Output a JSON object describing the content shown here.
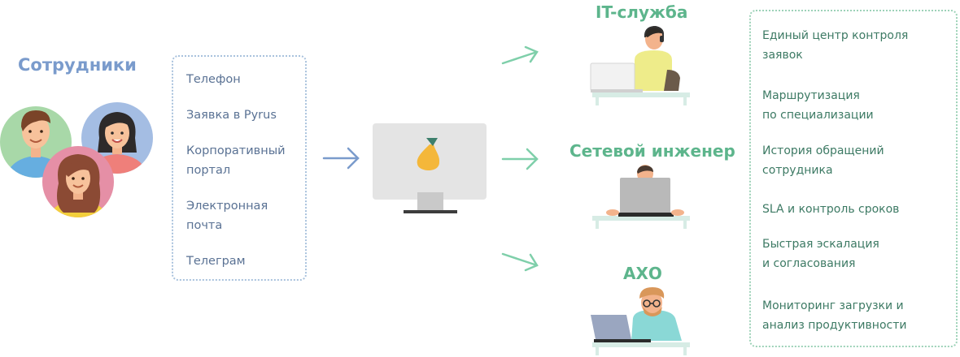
{
  "employees": {
    "title": "Сотрудники"
  },
  "channels": [
    "Телефон",
    "Заявка в Pyrus",
    "Корпоративный портал",
    "Электронная почта",
    "Телеграм"
  ],
  "roles": {
    "it": "IT-служба",
    "network": "Сетевой инженер",
    "axo": "АХО"
  },
  "features": [
    "Единый центр контроля заявок",
    "Маршрутизация\nпо специализации",
    "История обращений сотрудника",
    "SLA и контроль сроков",
    "Быстрая эскалация\nи согласования",
    "Мониторинг загрузки и анализ продуктивности"
  ],
  "colors": {
    "employees_title": "#7a9bcc",
    "role_title": "#5db58c",
    "channel_text": "#5a7294",
    "feature_text": "#3d7a64",
    "arrow_blue": "#7a9bcc",
    "arrow_green": "#7fcfaa"
  },
  "icons": [
    "employee-avatar-icon",
    "pear-logo-icon",
    "monitor-icon",
    "arrow-right-icon",
    "support-agent-icon",
    "engineer-icon",
    "office-worker-icon"
  ]
}
